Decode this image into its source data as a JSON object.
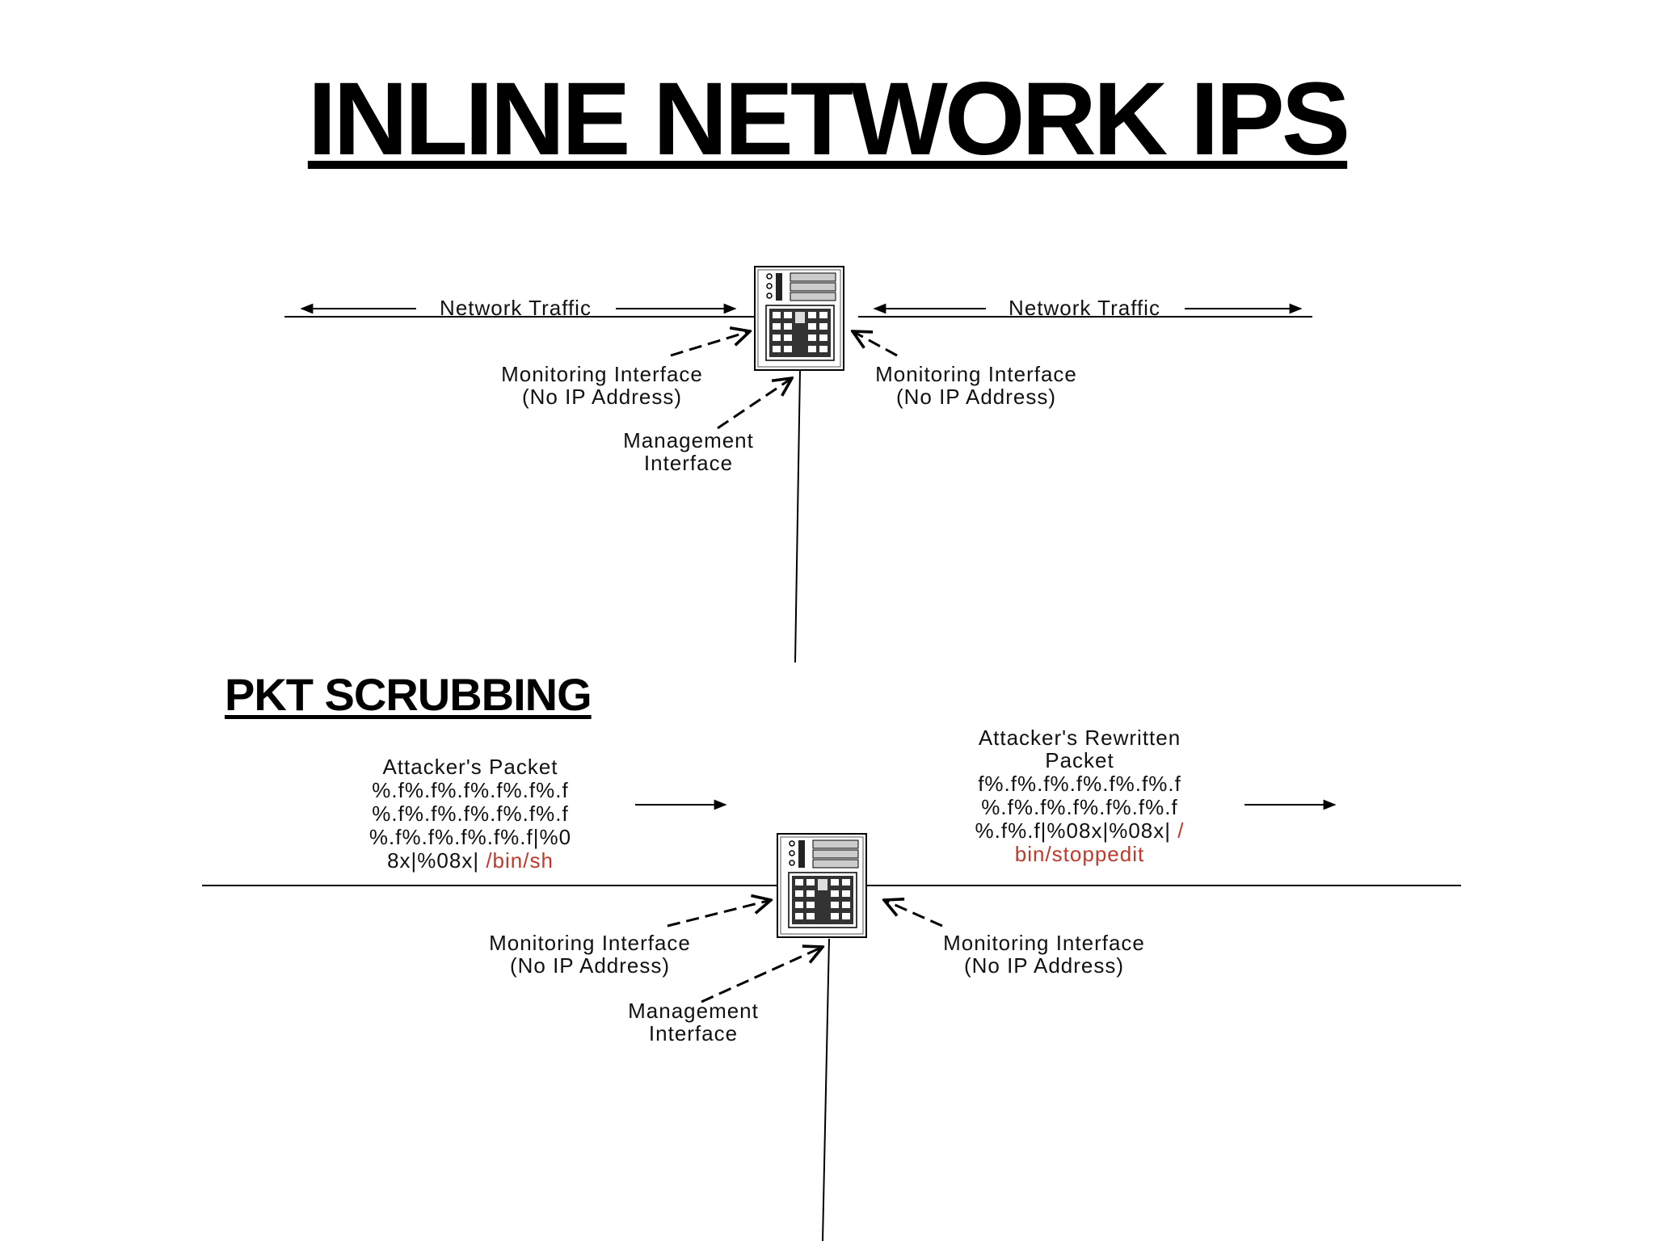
{
  "title": "INLINE NETWORK IPS",
  "diagram1": {
    "traffic_left": "Network Traffic",
    "traffic_right": "Network Traffic",
    "mon_left_1": "Monitoring Interface",
    "mon_left_2": "(No IP Address)",
    "mon_right_1": "Monitoring Interface",
    "mon_right_2": "(No IP Address)",
    "mgmt_1": "Management",
    "mgmt_2": "Interface"
  },
  "subtitle": "PKT SCRUBBING",
  "diagram2": {
    "attacker_title": "Attacker's Packet",
    "attacker_l1": "%.f%.f%.f%.f%.f%.f",
    "attacker_l2": "%.f%.f%.f%.f%.f%.f",
    "attacker_l3": "%.f%.f%.f%.f%.f|%0",
    "attacker_l4a": "8x|%08x|",
    "attacker_l4b": "/bin/sh",
    "rewritten_title_1": "Attacker's Rewritten",
    "rewritten_title_2": "Packet",
    "rewritten_l1": "f%.f%.f%.f%.f%.f%.f",
    "rewritten_l2": "%.f%.f%.f%.f%.f%.f",
    "rewritten_l3a": "%.f%.f|%08x|%08x|",
    "rewritten_l3b": "/",
    "rewritten_l4": "bin/stoppedit",
    "mon_left_1": "Monitoring Interface",
    "mon_left_2": "(No IP Address)",
    "mon_right_1": "Monitoring Interface",
    "mon_right_2": "(No IP Address)",
    "mgmt_1": "Management",
    "mgmt_2": "Interface"
  },
  "colors": {
    "text": "#111111",
    "highlight": "#c0392b",
    "line": "#000000"
  }
}
